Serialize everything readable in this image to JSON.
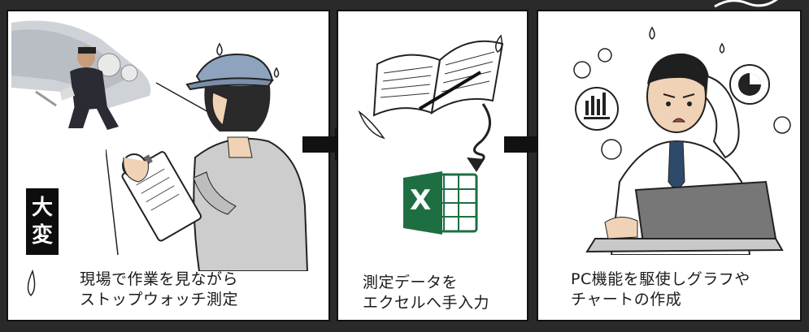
{
  "panels": [
    {
      "caption_line1": "現場で作業を見ながら",
      "caption_line2": "ストップウォッチ測定",
      "badge_line1": "大",
      "badge_line2": "変"
    },
    {
      "caption_line1": "測定データを",
      "caption_line2": "エクセルへ手入力",
      "excel_letter": "X"
    },
    {
      "caption_line1": "PC機能を駆使しグラフや",
      "caption_line2": "チャートの作成"
    }
  ],
  "colors": {
    "excel_green": "#1d6f42",
    "arrow": "#111111",
    "cap_blue": "#8ea3be",
    "background": "#2a2a2a"
  },
  "icons": [
    "arrow-right-icon",
    "excel-icon",
    "bar-chart-icon",
    "pie-chart-icon",
    "stopwatch-icon",
    "clipboard-icon",
    "book-icon"
  ]
}
